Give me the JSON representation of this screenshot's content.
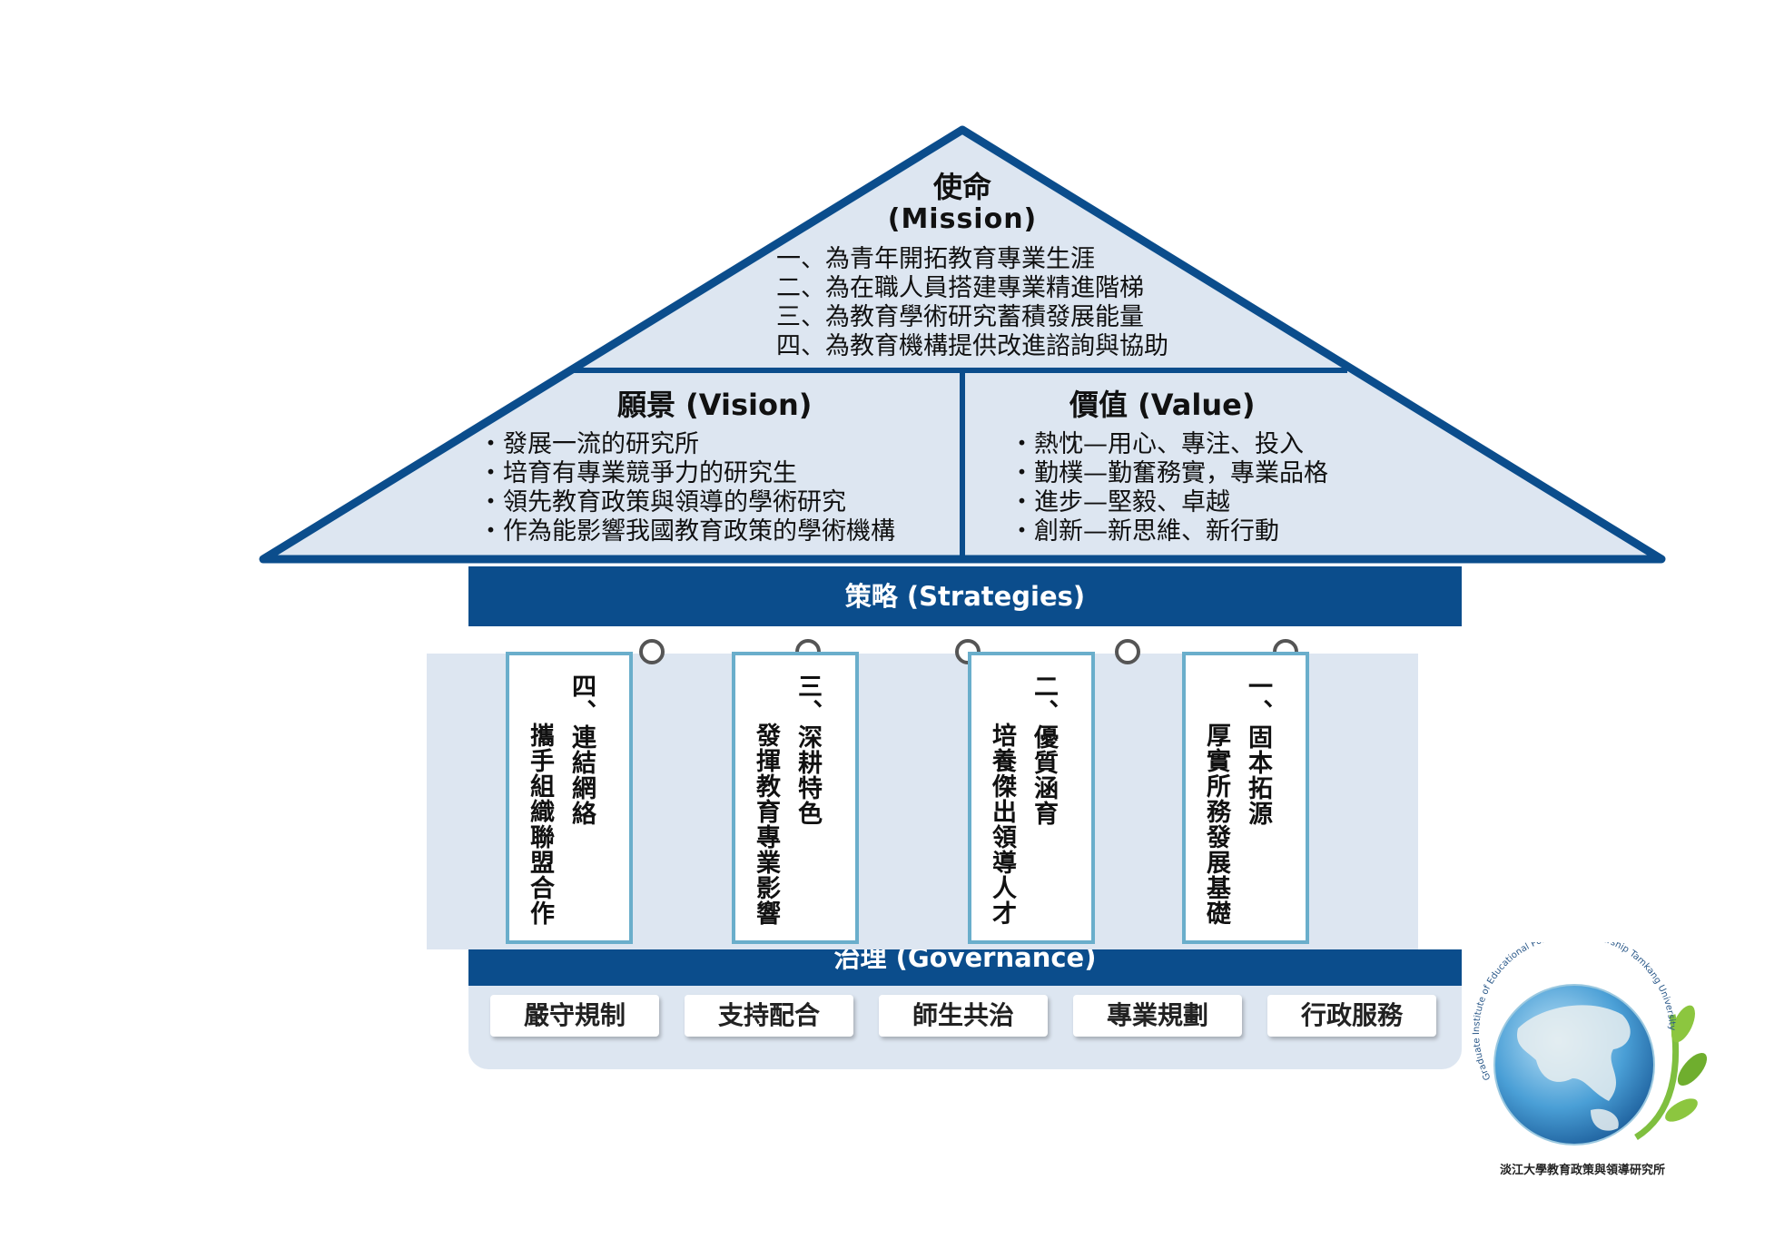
{
  "mission": {
    "title": "使命",
    "subtitle": "(Mission)",
    "items": [
      "一、為青年開拓教育專業生涯",
      "二、為在職人員搭建專業精進階梯",
      "三、為教育學術研究蓄積發展能量",
      "四、為教育機構提供改進諮詢與協助"
    ]
  },
  "vision": {
    "title": "願景 (Vision)",
    "items": [
      "・發展一流的研究所",
      "・培育有專業競爭力的研究生",
      "・領先教育政策與領導的學術研究",
      "・作為能影響我國教育政策的學術機構"
    ]
  },
  "value": {
    "title": "價值 (Value)",
    "items": [
      "・熱忱—用心、專注、投入",
      "・勤樸—勤奮務實，專業品格",
      "・進步—堅毅、卓越",
      "・創新—新思維、新行動"
    ]
  },
  "strategies": {
    "title": "策略 (Strategies)",
    "columns": [
      {
        "line1": "四、連結網絡",
        "line2": "攜手組織聯盟合作"
      },
      {
        "line1": "三、深耕特色",
        "line2": "發揮教育專業影響"
      },
      {
        "line1": "二、優質涵育",
        "line2": "培養傑出領導人才"
      },
      {
        "line1": "一、固本拓源",
        "line2": "厚實所務發展基礎"
      }
    ]
  },
  "governance": {
    "title": "治理 (Governance)",
    "items": [
      "嚴守規制",
      "支持配合",
      "師生共治",
      "專業規劃",
      "行政服務"
    ]
  },
  "logo": {
    "ring_text": "Graduate Institute of Educational Policy and Leadership Tamkang University",
    "caption": "淡江大學教育政策與領導研究所"
  },
  "colors": {
    "navy": "#0b4d8c",
    "light_blue": "#dde6f1",
    "column_border": "#6aaecb"
  }
}
